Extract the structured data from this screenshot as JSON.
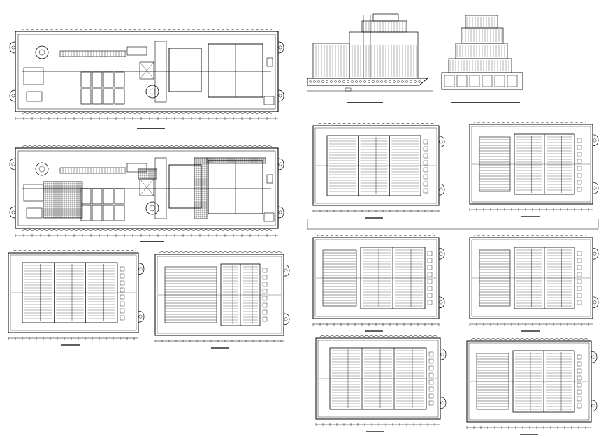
{
  "drawing": {
    "background": "#ffffff",
    "line_color": "#000000",
    "sheets": [
      {
        "id": "ground-floor-plan",
        "kind": "site-plan"
      },
      {
        "id": "first-floor-plan",
        "kind": "site-plan-hatched"
      },
      {
        "id": "section-elevation",
        "kind": "elevation"
      },
      {
        "id": "side-elevation",
        "kind": "elevation"
      },
      {
        "id": "detail-plan-a",
        "kind": "detail"
      },
      {
        "id": "detail-plan-b",
        "kind": "detail"
      },
      {
        "id": "detail-plan-c",
        "kind": "detail"
      },
      {
        "id": "detail-plan-d",
        "kind": "detail"
      },
      {
        "id": "detail-plan-e",
        "kind": "detail"
      },
      {
        "id": "detail-plan-f",
        "kind": "detail"
      },
      {
        "id": "detail-plan-g",
        "kind": "detail"
      },
      {
        "id": "detail-plan-h",
        "kind": "detail"
      }
    ]
  }
}
